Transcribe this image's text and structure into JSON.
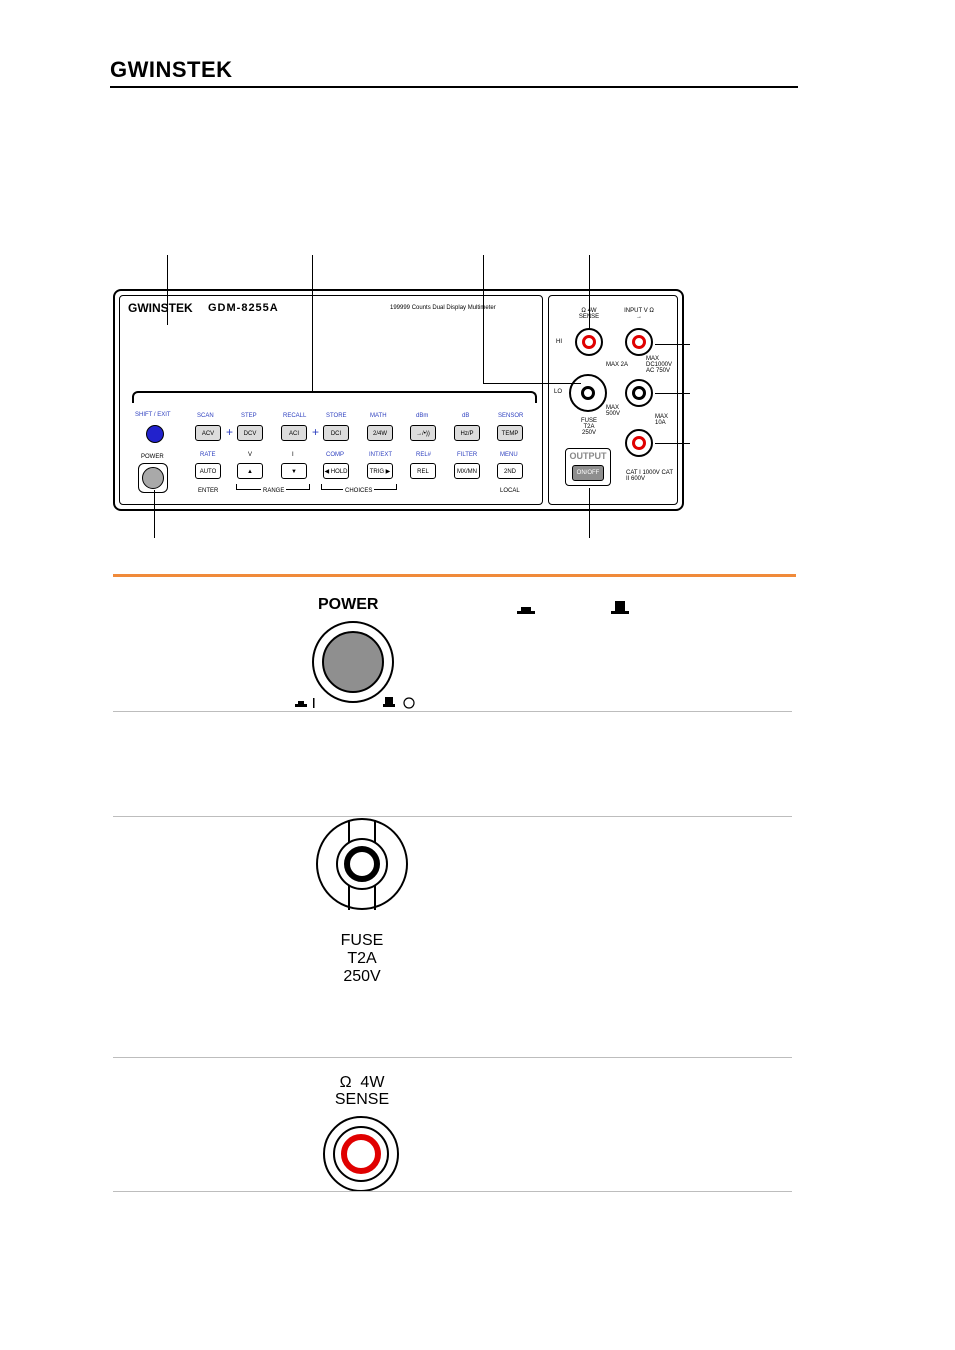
{
  "header": {
    "logo": "GWINSTEK"
  },
  "panel": {
    "brand": "GWINSTEK",
    "model": "GDM-8255A",
    "subtitle": "199999 Counts Dual Display Multimeter",
    "shift_exit": "SHIFT / EXIT",
    "power": "POWER",
    "top_labels": [
      "SCAN",
      "STEP",
      "RECALL",
      "STORE",
      "MATH",
      "dBm",
      "dB",
      "SENSOR"
    ],
    "keys_row1": [
      "ACV",
      "DCV",
      "ACI",
      "DCI",
      "2/4W",
      "→/•))",
      "Hz/P",
      "TEMP"
    ],
    "mid_labels": [
      "RATE",
      "V",
      "I",
      "COMP",
      "INT/EXT",
      "REL#",
      "FILTER",
      "MENU"
    ],
    "keys_row2": [
      "AUTO",
      "▲",
      "▼",
      "◀ HOLD",
      "TRIG ▶",
      "REL",
      "MX/MN",
      "2ND"
    ],
    "bottom_labels": {
      "enter": "ENTER",
      "range": "RANGE",
      "choices": "CHOICES",
      "local": "LOCAL"
    },
    "terminals": {
      "sense": "Ω 4W SENSE",
      "input": "INPUT V Ω →",
      "hi": "HI",
      "lo": "LO",
      "max_2a": "MAX 2A",
      "max_dc": "MAX DC1000V AC 750V",
      "max_500v": "MAX 500V",
      "max_10a": "MAX 10A",
      "fuse": "FUSE T2A 250V",
      "cat": "CAT I 1000V CAT II 600V",
      "output": "OUTPUT",
      "onoff": "ON/OFF"
    }
  },
  "rows": {
    "power": {
      "label": "POWER"
    },
    "fuse": {
      "lines": [
        "FUSE",
        "T2A",
        "250V"
      ]
    },
    "sense": {
      "lines": [
        "Ω  4W",
        "SENSE"
      ]
    }
  }
}
